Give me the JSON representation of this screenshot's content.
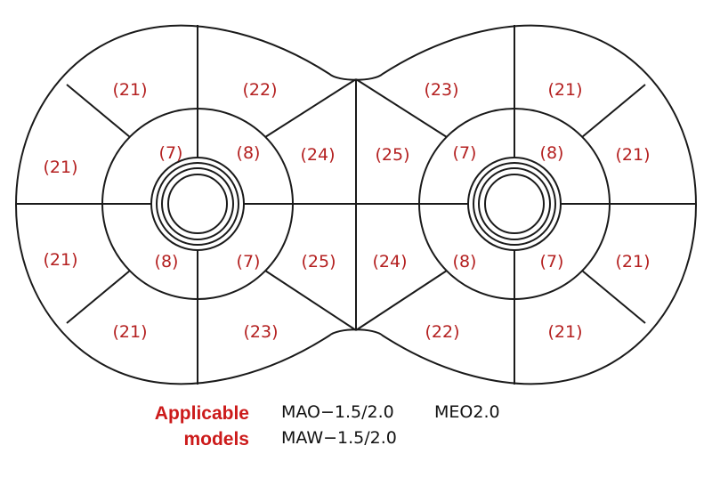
{
  "colors": {
    "label": "#b42020",
    "line": "#1a1a1a",
    "caption": "#cc1a1a"
  },
  "segment_labels": {
    "left_top_outer": "(21)",
    "left_top_mid": "(22)",
    "left_upper_side": "(21)",
    "left_inner_tl": "(7)",
    "left_inner_tr": "(8)",
    "left_wedge_top": "(24)",
    "left_lower_side": "(21)",
    "left_inner_bl": "(8)",
    "left_inner_br": "(7)",
    "left_wedge_bottom": "(25)",
    "left_bottom_outer": "(21)",
    "left_bottom_mid": "(23)",
    "right_top_mid": "(23)",
    "right_top_outer": "(21)",
    "right_wedge_top": "(25)",
    "right_inner_tl": "(7)",
    "right_inner_tr": "(8)",
    "right_upper_side": "(21)",
    "right_wedge_bottom": "(24)",
    "right_inner_bl": "(8)",
    "right_inner_br": "(7)",
    "right_lower_side": "(21)",
    "right_bottom_mid": "(22)",
    "right_bottom_outer": "(21)"
  },
  "caption": {
    "title_line1": "Applicable",
    "title_line2": "models",
    "models": [
      "MAO−1.5/2.0",
      "MEO2.0",
      "MAW−1.5/2.0"
    ]
  }
}
